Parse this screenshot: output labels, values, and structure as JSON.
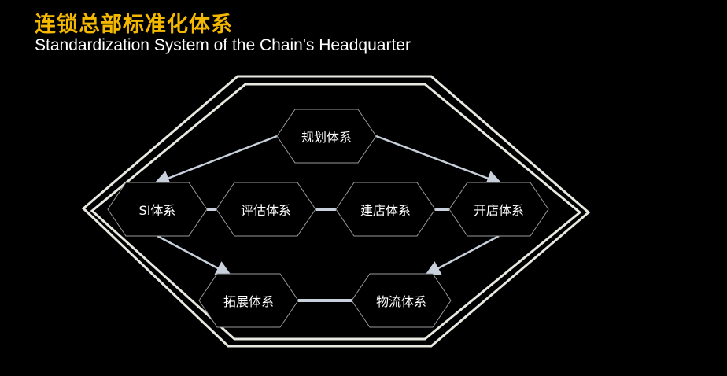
{
  "header": {
    "title": "连锁总部标准化体系",
    "subtitle": "Standardization System of the Chain's Headquarter"
  },
  "colors": {
    "title": "#f5b800",
    "frame": "#e8e8e0",
    "arrow": "#c8d0dc"
  },
  "nodes": [
    {
      "id": "planning",
      "label": "规划体系"
    },
    {
      "id": "si",
      "label": "SI体系"
    },
    {
      "id": "evaluation",
      "label": "评估体系"
    },
    {
      "id": "construction",
      "label": "建店体系"
    },
    {
      "id": "opening",
      "label": "开店体系"
    },
    {
      "id": "expansion",
      "label": "拓展体系"
    },
    {
      "id": "logistics",
      "label": "物流体系"
    }
  ],
  "edges": [
    {
      "from": "planning",
      "to": "si",
      "type": "arrow"
    },
    {
      "from": "planning",
      "to": "opening",
      "type": "arrow"
    },
    {
      "from": "si",
      "to": "evaluation",
      "type": "line"
    },
    {
      "from": "evaluation",
      "to": "construction",
      "type": "line"
    },
    {
      "from": "construction",
      "to": "opening",
      "type": "line"
    },
    {
      "from": "si",
      "to": "expansion",
      "type": "arrow"
    },
    {
      "from": "opening",
      "to": "logistics",
      "type": "arrow"
    },
    {
      "from": "expansion",
      "to": "logistics",
      "type": "line"
    }
  ]
}
